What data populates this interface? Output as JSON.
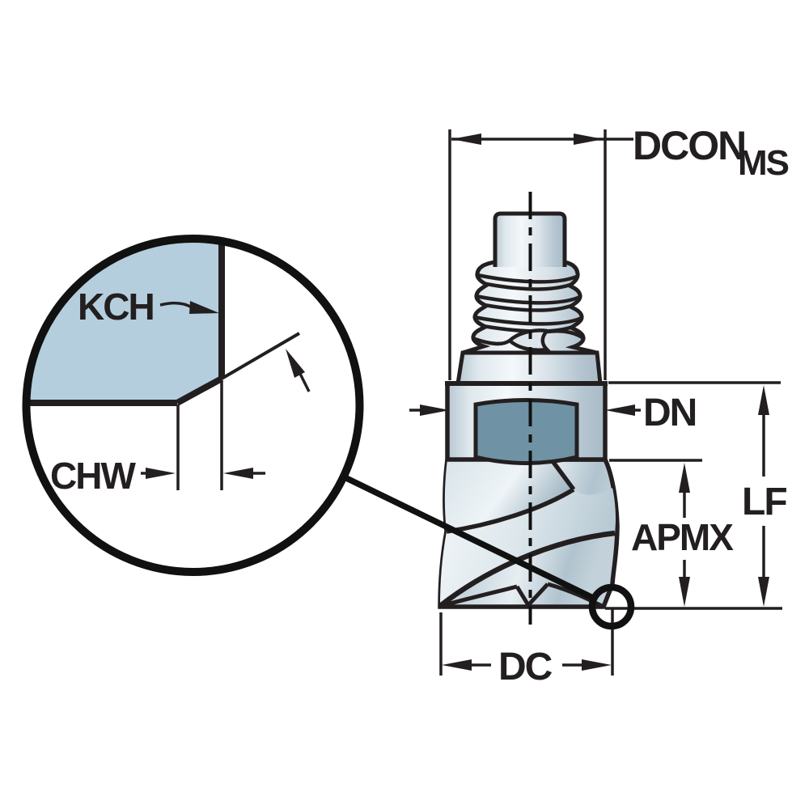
{
  "diagram": {
    "type": "technical-dimension-drawing",
    "subject": "End mill cutter with threaded coupling, corner-chamfer detail view",
    "labels": {
      "dcon_main": "DCON",
      "dcon_sub": "MS",
      "dn": "DN",
      "lf": "LF",
      "apmx": "APMX",
      "dc": "DC",
      "kch": "KCH",
      "chw": "CHW"
    },
    "colors": {
      "background": "#ffffff",
      "line": "#231f20",
      "tool_body_light": "#f4f8fa",
      "tool_body_shade": "#aabfca",
      "wrench_flat": "#6f93a4",
      "detail_fill": "#b5cedd"
    }
  }
}
